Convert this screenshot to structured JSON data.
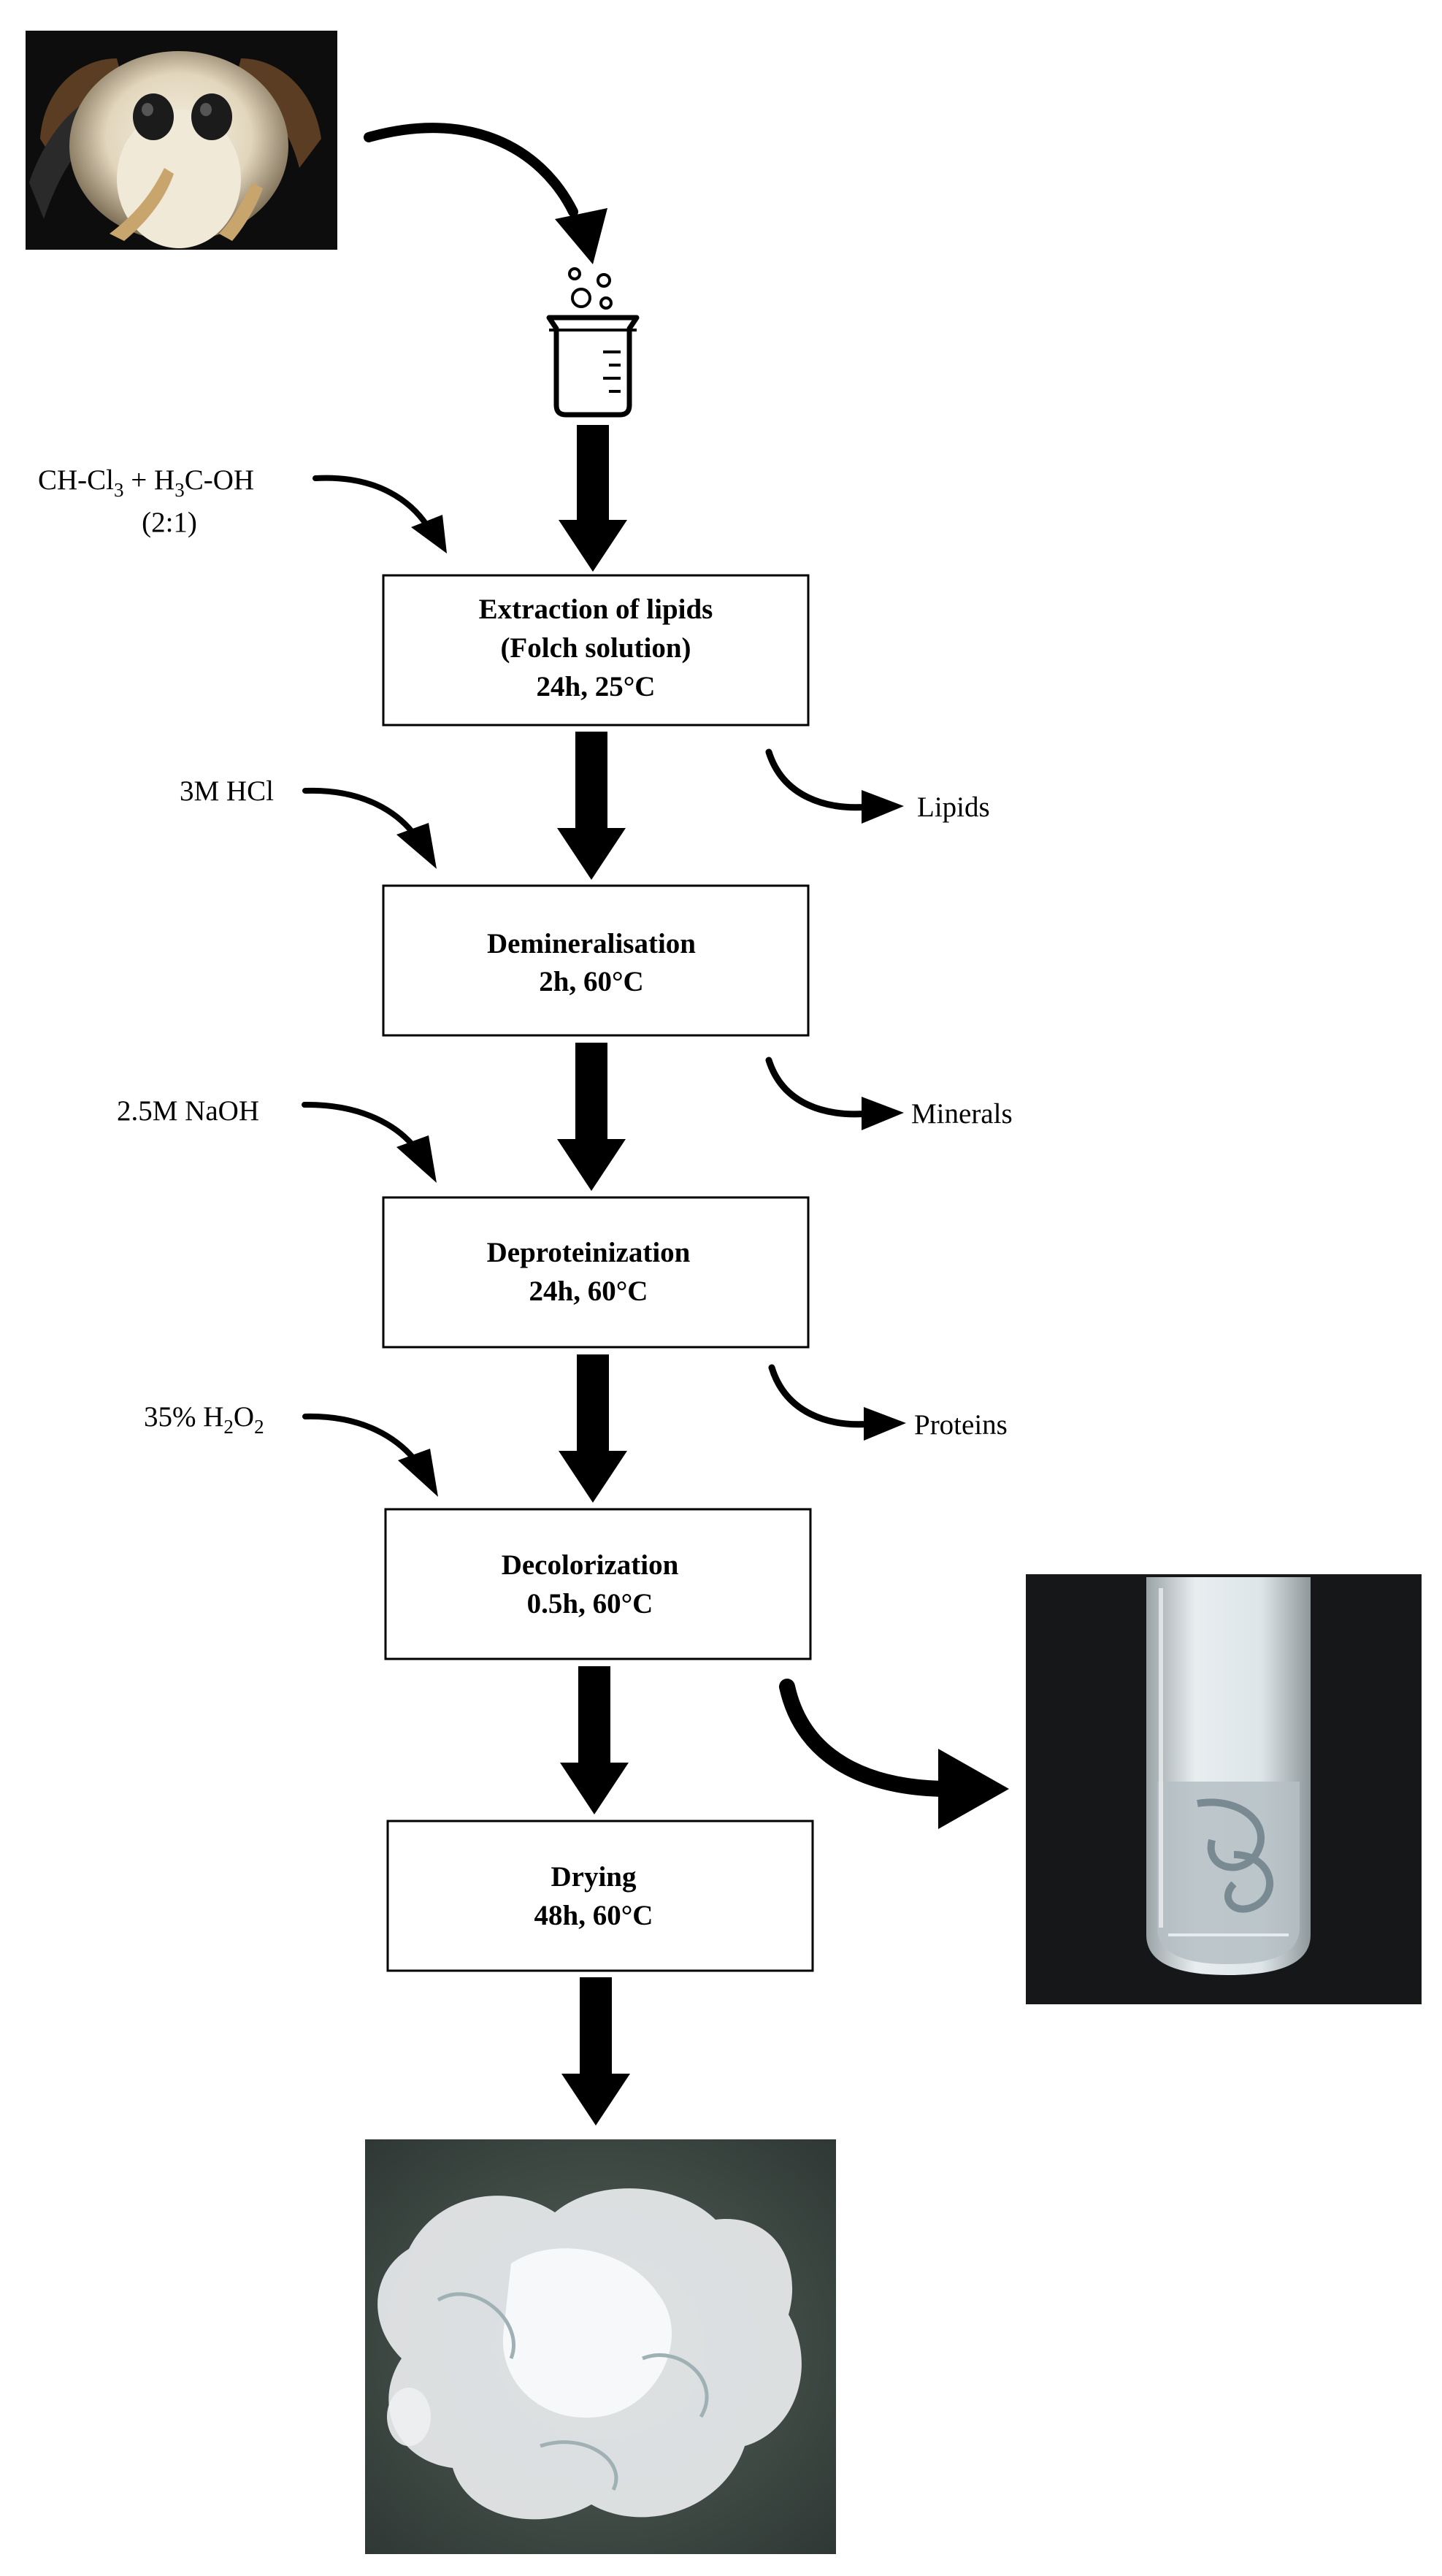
{
  "reagents": {
    "folch": {
      "a": "CH-Cl",
      "a_sub": "3",
      "b": " + H",
      "b_sub": "3",
      "c": "C-OH",
      "ratio": "(2:1)"
    },
    "hcl": "3M HCl",
    "naoh": "2.5M NaOH",
    "h2o2": {
      "a": "35% H",
      "a_sub": "2",
      "b": "O",
      "b_sub": "2"
    }
  },
  "steps": [
    {
      "title": "Extraction of lipids",
      "subtitle": "(Folch solution)",
      "conditions": "24h, 25°C"
    },
    {
      "title": "Demineralisation",
      "conditions": "2h, 60°C"
    },
    {
      "title": "Deproteinization",
      "conditions": "24h, 60°C"
    },
    {
      "title": "Decolorization",
      "conditions": "0.5h, 60°C"
    },
    {
      "title": "Drying",
      "conditions": "48h, 60°C"
    }
  ],
  "outputs": {
    "lipids": "Lipids",
    "minerals": "Minerals",
    "proteins": "Proteins"
  },
  "colors": {
    "arrow": "#000000",
    "box_border": "#000000",
    "photo_background": "#0d0d0d",
    "moth_fur": "#ece3d0",
    "chitin_background": "#3f4a45"
  }
}
